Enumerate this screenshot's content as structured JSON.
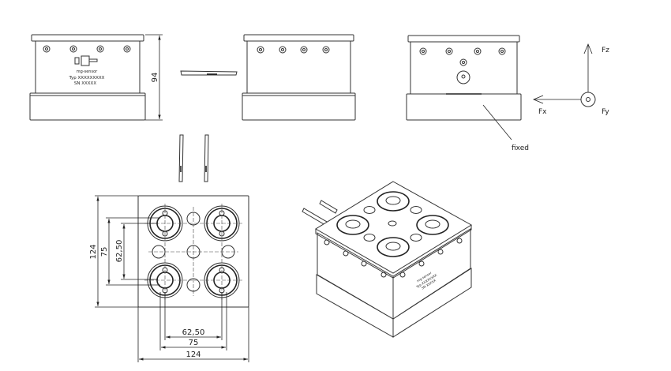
{
  "front_view": {
    "logo_text": "mg-sensor",
    "type_label": "Typ  XXXXXXXXX",
    "serial_label": "SN  XXXXX",
    "height_dim": "94"
  },
  "force_axes": {
    "fz": "Fz",
    "fx": "Fx",
    "fy": "Fy"
  },
  "annotation": {
    "fixed": "fixed"
  },
  "top_view": {
    "dim_total_v": "124",
    "dim_outer_v": "75",
    "dim_inner_v": "62,50",
    "dim_inner_h": "62,50",
    "dim_outer_h": "75",
    "dim_total_h": "124"
  },
  "iso_view": {
    "type_label": "Typ XXXXXXXX",
    "serial_label": "SN XXXXX",
    "logo_text": "mg-sensor"
  }
}
